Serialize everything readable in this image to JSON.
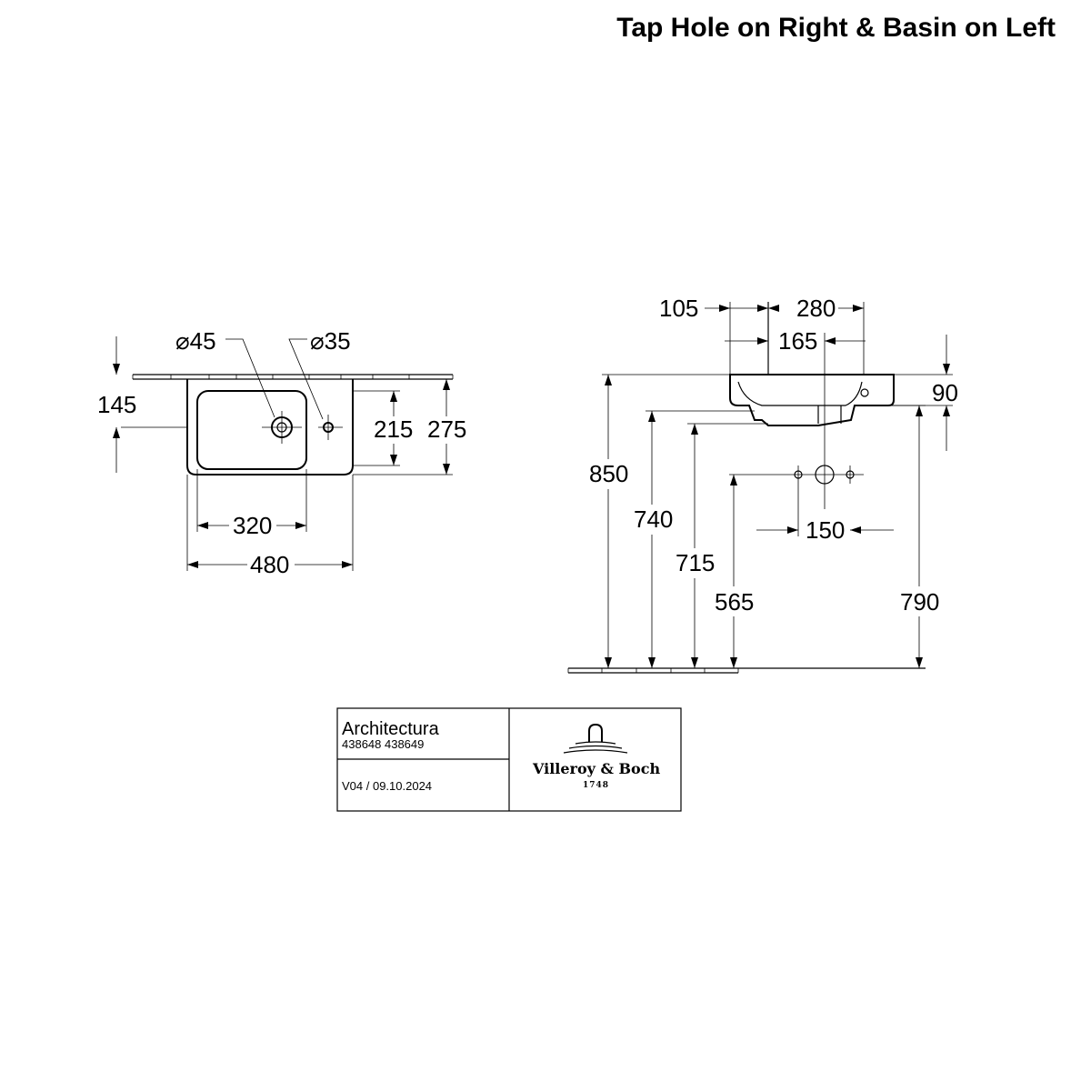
{
  "heading": "Tap Hole on Right & Basin on Left",
  "plan_view": {
    "waste_diameter": "⌀45",
    "tap_hole_diameter": "⌀35",
    "dim_depth_to_centre": "145",
    "dim_bowl_depth": "215",
    "dim_total_depth": "275",
    "dim_bowl_width": "320",
    "dim_total_width": "480"
  },
  "side_view": {
    "dim_tap_offset": "105",
    "dim_basin_to_wall": "280",
    "dim_waste_to_wall": "165",
    "dim_rim_height": "90",
    "dim_total_height": "850",
    "dim_height_740": "740",
    "dim_height_715": "715",
    "dim_height_565": "565",
    "dim_height_790": "790",
    "dim_fixing_spacing": "150"
  },
  "title_block": {
    "series": "Architectura",
    "article_numbers": "438648 438649",
    "version": "V04 / 09.10.2024",
    "logo_text": "Villeroy & Boch",
    "logo_year": "1748"
  }
}
